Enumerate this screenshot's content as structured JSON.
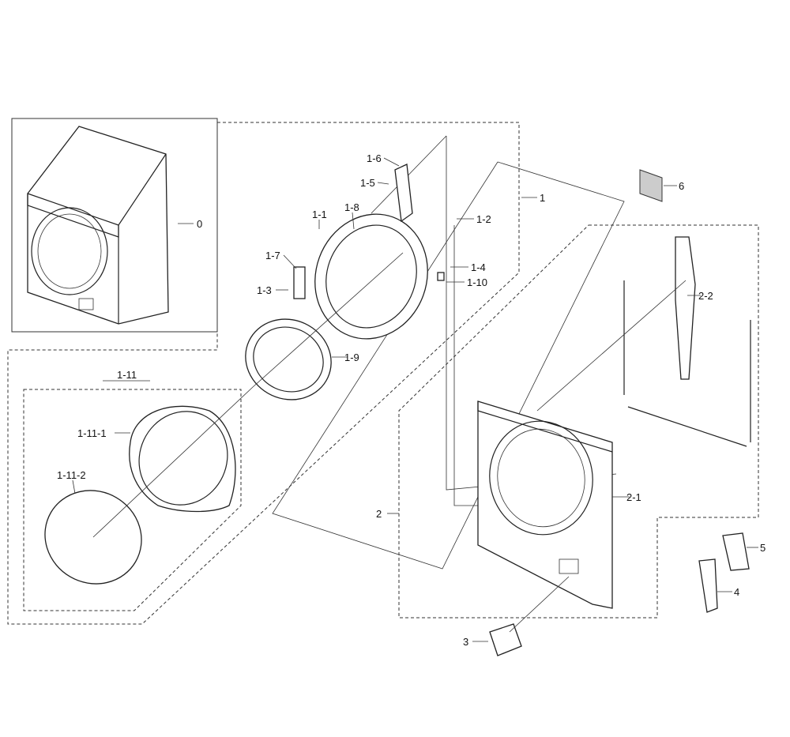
{
  "diagram": {
    "labels": {
      "l0": "0",
      "l1": "1",
      "l1_1": "1-1",
      "l1_2": "1-2",
      "l1_3": "1-3",
      "l1_4": "1-4",
      "l1_5": "1-5",
      "l1_6": "1-6",
      "l1_7": "1-7",
      "l1_8": "1-8",
      "l1_9": "1-9",
      "l1_10": "1-10",
      "l1_11": "1-11",
      "l1_11_1": "1-11-1",
      "l1_11_2": "1-11-2",
      "l2": "2",
      "l2_1": "2-1",
      "l2_2": "2-2",
      "l3": "3",
      "l4": "4",
      "l5": "5",
      "l6": "6"
    }
  }
}
